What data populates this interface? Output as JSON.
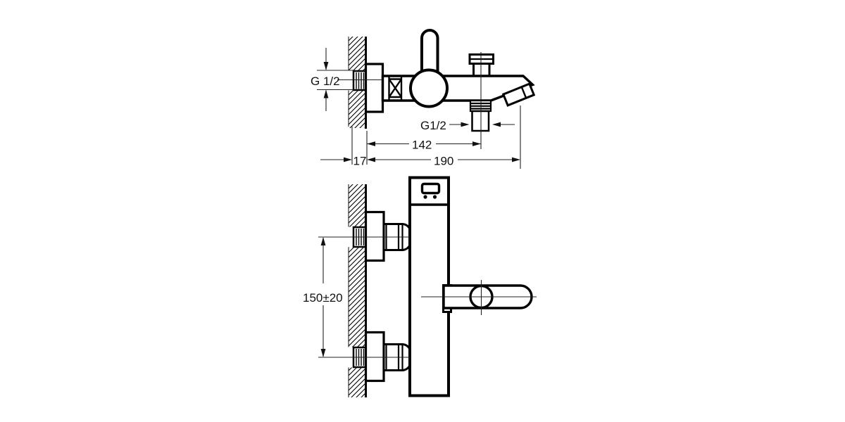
{
  "page": {
    "background": "#ffffff"
  },
  "drawing": {
    "kind": "technical dimension drawing",
    "subject": "wall-mounted bath shower mixer tap, side and front installation views",
    "line_color": "#000000",
    "text_color": "#111111",
    "views": {
      "side": {
        "labels": {
          "wall_inlet_thread": "G 1/2",
          "spout_outlet_thread": "G1/2",
          "wall_to_outlet_center": "142",
          "wall_to_spout_tip": "190",
          "wall_offset": "17"
        }
      },
      "front": {
        "labels": {
          "inlet_center_spacing": "150±20"
        }
      }
    }
  }
}
